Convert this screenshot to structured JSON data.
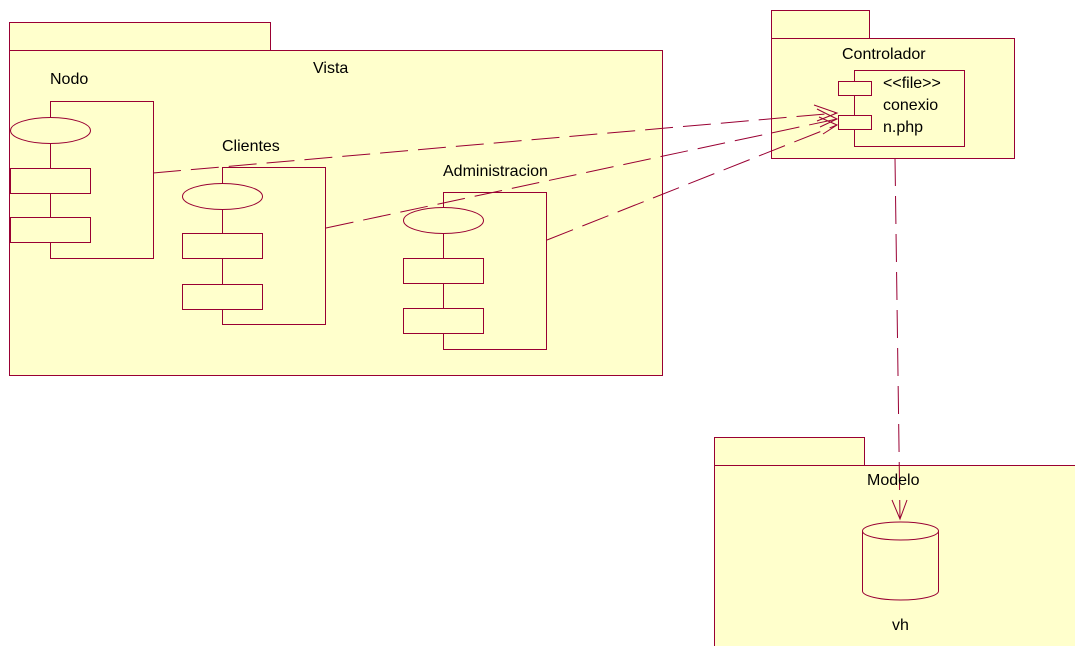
{
  "colors": {
    "fill": "#ffffcc",
    "stroke": "#990033",
    "text": "#000000",
    "background": "#ffffff"
  },
  "packages": {
    "vista": {
      "label": "Vista"
    },
    "controlador": {
      "label": "Controlador"
    },
    "modelo": {
      "label": "Modelo"
    }
  },
  "components": {
    "nodo": {
      "label": "Nodo"
    },
    "clientes": {
      "label": "Clientes"
    },
    "administracion": {
      "label": "Administracion"
    },
    "conexion": {
      "line1": "<<file>>",
      "line2": "conexio",
      "line3": "n.php"
    }
  },
  "database": {
    "label": "vh"
  }
}
